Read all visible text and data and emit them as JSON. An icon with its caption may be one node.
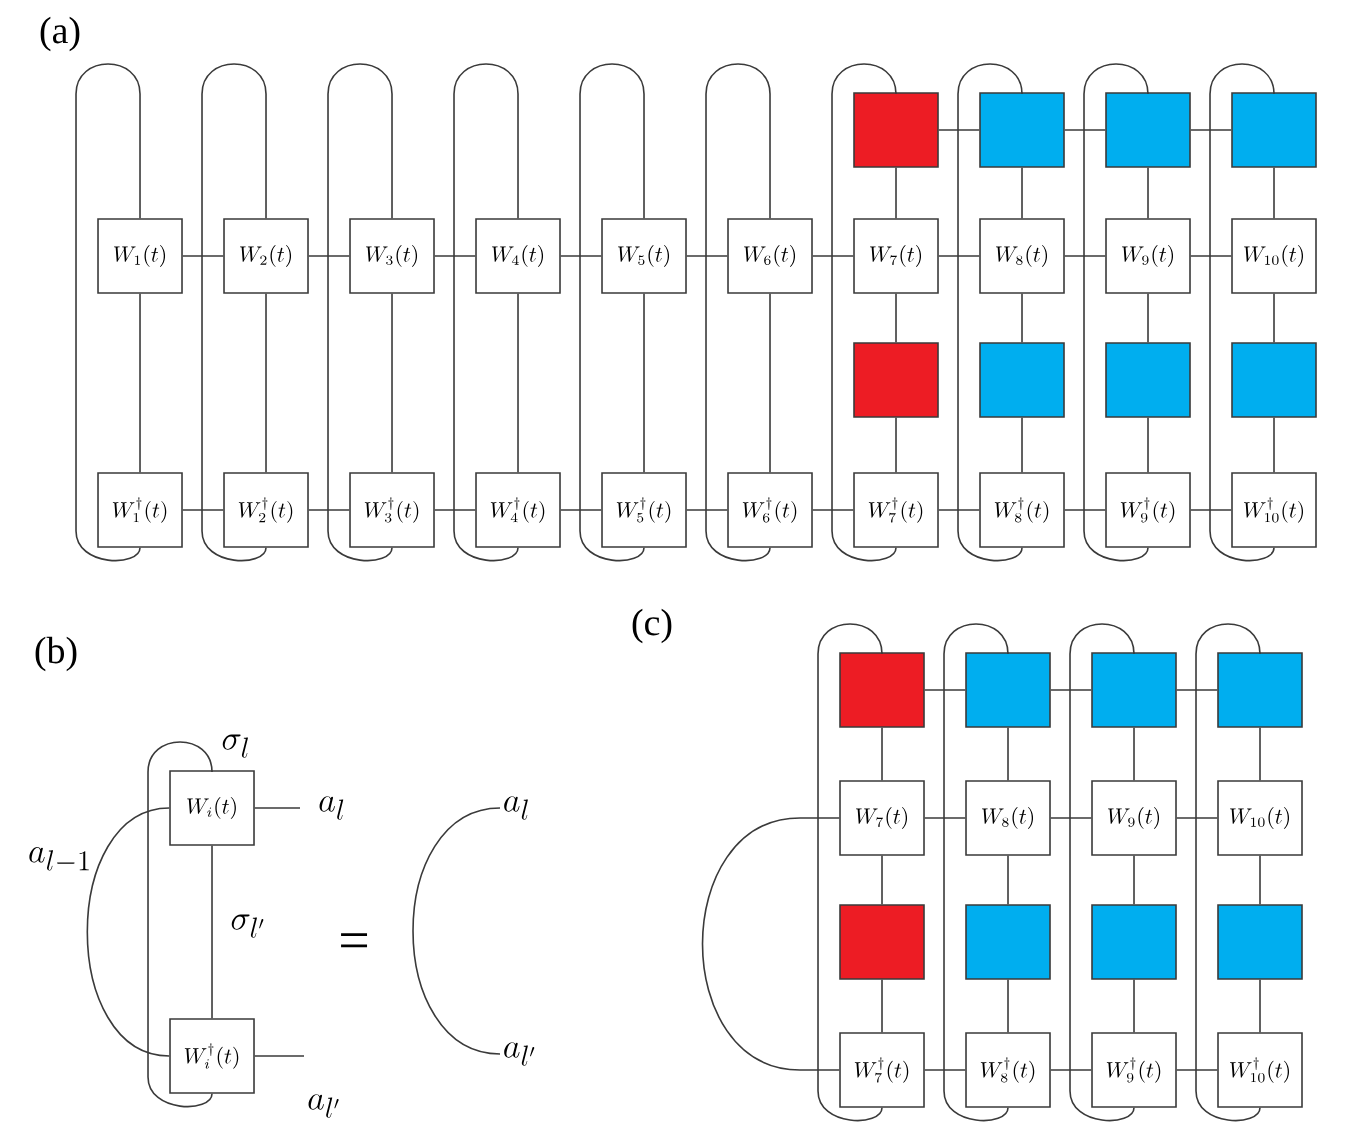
{
  "diagram": {
    "nodes": [
      {
        "text": [],
        "shape": "box"
      },
      {
        "text": [],
        "shape": "box"
      },
      {
        "text": [],
        "shape": "box"
      },
      {
        "text": [],
        "shape": "box"
      },
      {
        "text": [
          "W_{1}(t)"
        ]
      },
      {
        "text": [
          "W_{2}(t)"
        ]
      },
      {
        "text": [
          "W_{3}(t)"
        ]
      },
      {
        "text": [
          "W_{4}(t)"
        ]
      },
      {
        "text": [
          "W_{5}(t)"
        ]
      },
      {
        "text": [
          "W_{6}(t)"
        ]
      },
      {
        "text": [
          "W_{7}(t)"
        ]
      },
      {
        "text": [
          "W_{8}(t)"
        ]
      },
      {
        "text": [
          "W_{9}(t)"
        ]
      },
      {
        "text": [
          "W_{10}(t)"
        ]
      },
      {
        "text": [],
        "shape": "box"
      },
      {
        "text": [],
        "shape": "box"
      },
      {
        "text": [],
        "shape": "box"
      },
      {
        "text": [],
        "shape": "box"
      },
      {
        "text": [
          "W_{1}^{\\dagger}(t)"
        ]
      },
      {
        "text": [
          "W_{2}^{\\dagger}(t)"
        ]
      },
      {
        "text": [
          "W_{3}^{\\dagger}(t)"
        ]
      },
      {
        "text": [
          "W_{4}^{\\dagger}(t)"
        ]
      },
      {
        "text": [
          "W_{5}^{\\dagger}(t)"
        ]
      },
      {
        "text": [
          "W_{6}^{\\dagger}(t)"
        ]
      },
      {
        "text": [
          "W_{7}^{\\dagger}(t)"
        ]
      },
      {
        "text": [
          "W_{8}^{\\dagger}(t)"
        ]
      },
      {
        "text": [
          "W_{9}^{\\dagger}(t)"
        ]
      },
      {
        "text": [
          "W_{10}^{\\dagger}(t)"
        ]
      },
      {
        "text": [
          "W_{i}(t)"
        ]
      },
      {
        "text": [
          "W_{i}^{\\dagger}(t)"
        ]
      },
      {
        "text": [
          "a_{l}"
        ]
      },
      {
        "text": [
          "a_{l'}"
        ]
      },
      {
        "text": [],
        "shape": "box"
      },
      {
        "text": [],
        "shape": "box"
      },
      {
        "text": [],
        "shape": "box"
      },
      {
        "text": [],
        "shape": "box"
      },
      {
        "text": [
          "W_{7}(t)"
        ]
      },
      {
        "text": [
          "W_{8}(t)"
        ]
      },
      {
        "text": [
          "W_{9}(t)"
        ]
      },
      {
        "text": [
          "W_{10}(t)"
        ]
      },
      {
        "text": [],
        "shape": "box"
      },
      {
        "text": [],
        "shape": "box"
      },
      {
        "text": [],
        "shape": "box"
      },
      {
        "text": [],
        "shape": "box"
      },
      {
        "text": [
          "W_{7}^{\\dagger}(t)"
        ]
      },
      {
        "text": [
          "W_{8}^{\\dagger}(t)"
        ]
      },
      {
        "text": [
          "W_{9}^{\\dagger}(t)"
        ]
      },
      {
        "text": [
          "W_{10}^{\\dagger}(t)"
        ]
      }
    ],
    "edges": [
      {
        "from": 0,
        "to": 1,
        "arrow": "none"
      },
      {
        "from": 1,
        "to": 2,
        "arrow": "none"
      },
      {
        "from": 2,
        "to": 3,
        "arrow": "none"
      },
      {
        "from": 4,
        "to": 5,
        "arrow": "none"
      },
      {
        "from": 5,
        "to": 6,
        "arrow": "none"
      },
      {
        "from": 6,
        "to": 7,
        "arrow": "none"
      },
      {
        "from": 7,
        "to": 8,
        "arrow": "none"
      },
      {
        "from": 8,
        "to": 9,
        "arrow": "none"
      },
      {
        "from": 9,
        "to": 10,
        "arrow": "none"
      },
      {
        "from": 10,
        "to": 11,
        "arrow": "none"
      },
      {
        "from": 11,
        "to": 12,
        "arrow": "none"
      },
      {
        "from": 12,
        "to": 13,
        "arrow": "none"
      },
      {
        "from": 18,
        "to": 19,
        "arrow": "none"
      },
      {
        "from": 19,
        "to": 20,
        "arrow": "none"
      },
      {
        "from": 20,
        "to": 21,
        "arrow": "none"
      },
      {
        "from": 21,
        "to": 22,
        "arrow": "none"
      },
      {
        "from": 22,
        "to": 23,
        "arrow": "none"
      },
      {
        "from": 23,
        "to": 24,
        "arrow": "none"
      },
      {
        "from": 24,
        "to": 25,
        "arrow": "none"
      },
      {
        "from": 25,
        "to": 26,
        "arrow": "none"
      },
      {
        "from": 26,
        "to": 27,
        "arrow": "none"
      },
      {
        "from": 4,
        "to": 18,
        "arrow": "none"
      },
      {
        "from": 5,
        "to": 19,
        "arrow": "none"
      },
      {
        "from": 6,
        "to": 20,
        "arrow": "none"
      },
      {
        "from": 7,
        "to": 21,
        "arrow": "none"
      },
      {
        "from": 8,
        "to": 22,
        "arrow": "none"
      },
      {
        "from": 9,
        "to": 23,
        "arrow": "none"
      },
      {
        "from": 0,
        "to": 10,
        "arrow": "none"
      },
      {
        "from": 10,
        "to": 14,
        "arrow": "none"
      },
      {
        "from": 14,
        "to": 24,
        "arrow": "none"
      },
      {
        "from": 1,
        "to": 11,
        "arrow": "none"
      },
      {
        "from": 11,
        "to": 15,
        "arrow": "none"
      },
      {
        "from": 15,
        "to": 25,
        "arrow": "none"
      },
      {
        "from": 2,
        "to": 12,
        "arrow": "none"
      },
      {
        "from": 12,
        "to": 16,
        "arrow": "none"
      },
      {
        "from": 16,
        "to": 26,
        "arrow": "none"
      },
      {
        "from": 3,
        "to": 13,
        "arrow": "none"
      },
      {
        "from": 13,
        "to": 17,
        "arrow": "none"
      },
      {
        "from": 17,
        "to": 27,
        "arrow": "none"
      },
      {
        "from": 4,
        "to": 18,
        "arrow": "none"
      },
      {
        "from": 5,
        "to": 19,
        "arrow": "none"
      },
      {
        "from": 6,
        "to": 20,
        "arrow": "none"
      },
      {
        "from": 7,
        "to": 21,
        "arrow": "none"
      },
      {
        "from": 8,
        "to": 22,
        "arrow": "none"
      },
      {
        "from": 9,
        "to": 23,
        "arrow": "none"
      },
      {
        "from": 0,
        "to": 24,
        "arrow": "none"
      },
      {
        "from": 1,
        "to": 25,
        "arrow": "none"
      },
      {
        "from": 2,
        "to": 26,
        "arrow": "none"
      },
      {
        "from": 3,
        "to": 27,
        "arrow": "none"
      },
      {
        "from": 28,
        "to": 29,
        "arrow": "none",
        "label": "\\sigma_{l}"
      },
      {
        "from": 28,
        "to": 29,
        "arrow": "none",
        "label": "\\sigma_{l'}"
      },
      {
        "from": 28,
        "to": 29,
        "arrow": "none",
        "label": "a_{l-1}"
      },
      {
        "from": 28,
        "to": null,
        "arrow": "none",
        "label": "a_{l}"
      },
      {
        "from": 29,
        "to": null,
        "arrow": "none",
        "label": "a_{l'}"
      },
      {
        "from": 30,
        "to": 31,
        "arrow": "none"
      },
      {
        "from": 32,
        "to": 33,
        "arrow": "none"
      },
      {
        "from": 33,
        "to": 34,
        "arrow": "none"
      },
      {
        "from": 34,
        "to": 35,
        "arrow": "none"
      },
      {
        "from": 36,
        "to": 37,
        "arrow": "none"
      },
      {
        "from": 37,
        "to": 38,
        "arrow": "none"
      },
      {
        "from": 38,
        "to": 39,
        "arrow": "none"
      },
      {
        "from": 44,
        "to": 45,
        "arrow": "none"
      },
      {
        "from": 45,
        "to": 46,
        "arrow": "none"
      },
      {
        "from": 46,
        "to": 47,
        "arrow": "none"
      },
      {
        "from": 32,
        "to": 36,
        "arrow": "none"
      },
      {
        "from": 36,
        "to": 40,
        "arrow": "none"
      },
      {
        "from": 40,
        "to": 44,
        "arrow": "none"
      },
      {
        "from": 33,
        "to": 37,
        "arrow": "none"
      },
      {
        "from": 37,
        "to": 41,
        "arrow": "none"
      },
      {
        "from": 41,
        "to": 45,
        "arrow": "none"
      },
      {
        "from": 34,
        "to": 38,
        "arrow": "none"
      },
      {
        "from": 38,
        "to": 42,
        "arrow": "none"
      },
      {
        "from": 42,
        "to": 46,
        "arrow": "none"
      },
      {
        "from": 35,
        "to": 39,
        "arrow": "none"
      },
      {
        "from": 39,
        "to": 43,
        "arrow": "none"
      },
      {
        "from": 43,
        "to": 47,
        "arrow": "none"
      },
      {
        "from": 32,
        "to": 44,
        "arrow": "none"
      },
      {
        "from": 33,
        "to": 45,
        "arrow": "none"
      },
      {
        "from": 34,
        "to": 46,
        "arrow": "none"
      },
      {
        "from": 35,
        "to": 47,
        "arrow": "none"
      },
      {
        "from": 36,
        "to": 44,
        "arrow": "none"
      }
    ],
    "labels": [
      "(a)",
      "(b)",
      "=",
      "(c)"
    ]
  }
}
